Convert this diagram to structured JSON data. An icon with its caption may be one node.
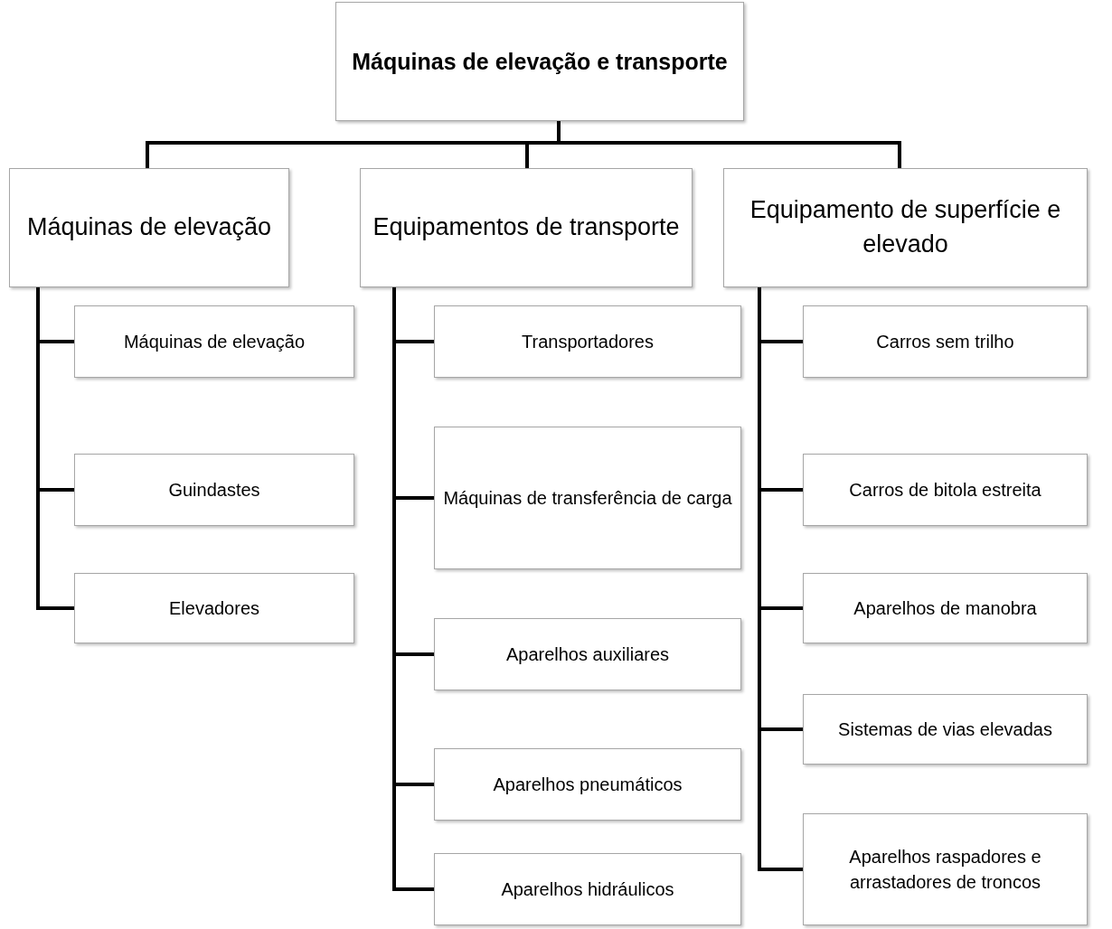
{
  "diagram": {
    "nodes": [
      {
        "text": [
          "Máquinas de elevação e transporte"
        ]
      },
      {
        "text": [
          "Máquinas de elevação"
        ]
      },
      {
        "text": [
          "Equipamentos de transporte"
        ]
      },
      {
        "text": [
          "Equipamento de superfície e elevado"
        ]
      },
      {
        "text": [
          "Máquinas de elevação"
        ]
      },
      {
        "text": [
          "Guindastes"
        ]
      },
      {
        "text": [
          "Elevadores"
        ]
      },
      {
        "text": [
          "Transportadores"
        ]
      },
      {
        "text": [
          "Máquinas de transferência de carga"
        ]
      },
      {
        "text": [
          "Aparelhos auxiliares"
        ]
      },
      {
        "text": [
          "Aparelhos pneumáticos"
        ]
      },
      {
        "text": [
          "Aparelhos hidráulicos"
        ]
      },
      {
        "text": [
          "Carros sem trilho"
        ]
      },
      {
        "text": [
          "Carros de bitola estreita"
        ]
      },
      {
        "text": [
          "Aparelhos de manobra"
        ]
      },
      {
        "text": [
          "Sistemas de vias elevadas"
        ]
      },
      {
        "text": [
          "Aparelhos raspadores e arrastadores de troncos"
        ]
      }
    ],
    "edges": [
      {
        "from": 0,
        "to": 1,
        "arrow": "none"
      },
      {
        "from": 0,
        "to": 2,
        "arrow": "none"
      },
      {
        "from": 0,
        "to": 3,
        "arrow": "none"
      },
      {
        "from": 1,
        "to": 4,
        "arrow": "none"
      },
      {
        "from": 1,
        "to": 5,
        "arrow": "none"
      },
      {
        "from": 1,
        "to": 6,
        "arrow": "none"
      },
      {
        "from": 2,
        "to": 7,
        "arrow": "none"
      },
      {
        "from": 2,
        "to": 8,
        "arrow": "none"
      },
      {
        "from": 2,
        "to": 9,
        "arrow": "none"
      },
      {
        "from": 2,
        "to": 10,
        "arrow": "none"
      },
      {
        "from": 2,
        "to": 11,
        "arrow": "none"
      },
      {
        "from": 3,
        "to": 12,
        "arrow": "none"
      },
      {
        "from": 3,
        "to": 13,
        "arrow": "none"
      },
      {
        "from": 3,
        "to": 14,
        "arrow": "none"
      },
      {
        "from": 3,
        "to": 15,
        "arrow": "none"
      },
      {
        "from": 3,
        "to": 16,
        "arrow": "none"
      }
    ]
  }
}
